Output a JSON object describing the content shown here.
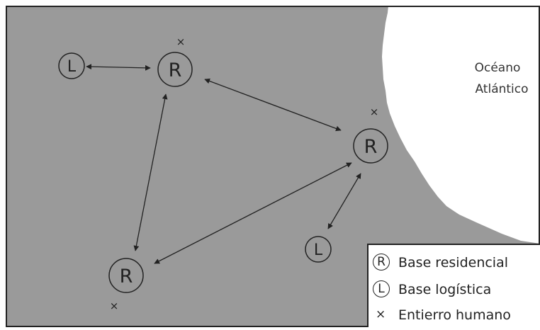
{
  "map": {
    "ocean_label_line1": "Océano",
    "ocean_label_line2": "Atlántico",
    "sites": [
      {
        "id": "L1",
        "letter": "L",
        "type": "logistic"
      },
      {
        "id": "R1",
        "letter": "R",
        "type": "residential"
      },
      {
        "id": "R2",
        "letter": "R",
        "type": "residential"
      },
      {
        "id": "R3",
        "letter": "R",
        "type": "residential"
      },
      {
        "id": "L2",
        "letter": "L",
        "type": "logistic"
      }
    ],
    "burials": [
      "B1",
      "B2",
      "B3"
    ]
  },
  "legend": {
    "items": [
      {
        "symbol": "R",
        "label": "Base residencial"
      },
      {
        "symbol": "L",
        "label": "Base logística"
      },
      {
        "symbol": "×",
        "label": "Entierro humano"
      }
    ]
  },
  "colors": {
    "land": "#9a9a9a",
    "ocean": "#ffffff",
    "stroke": "#222222"
  }
}
